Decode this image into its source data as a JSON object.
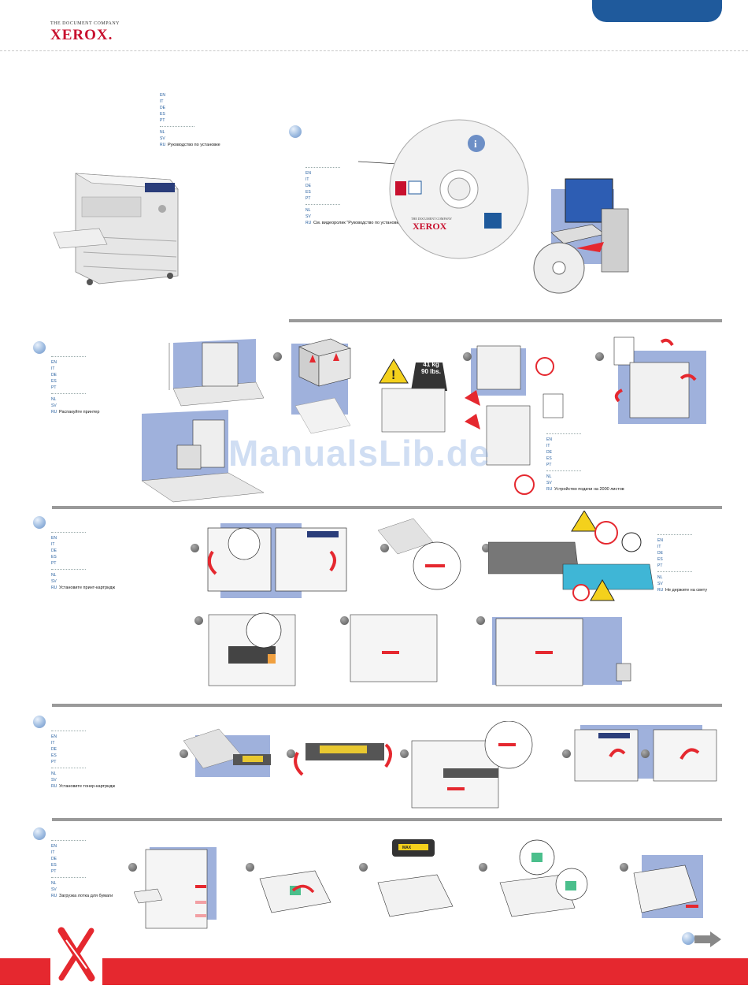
{
  "header": {
    "company_tagline": "THE DOCUMENT COMPANY",
    "brand": "XEROX",
    "brand_dot": "."
  },
  "sections": {
    "intro": {
      "lang_codes": [
        "EN",
        "IT",
        "DE",
        "ES",
        "PT",
        "NL",
        "SV",
        "RU"
      ],
      "ru_text": "Руководство по установке"
    },
    "cd": {
      "lang_codes": [
        "EN",
        "IT",
        "DE",
        "ES",
        "PT",
        "NL",
        "SV",
        "RU"
      ],
      "ru_text": "См. видеоролик \"Руководство по установке\"",
      "disc_tagline": "THE DOCUMENT COMPANY",
      "disc_brand": "XEROX"
    },
    "unpack": {
      "lang_codes": [
        "EN",
        "IT",
        "DE",
        "ES",
        "PT",
        "NL",
        "SV",
        "RU"
      ],
      "ru_text": "Распакуйте принтер",
      "weight_kg": "41 kg",
      "weight_lbs": "90 lbs."
    },
    "feeder": {
      "lang_codes": [
        "EN",
        "IT",
        "DE",
        "ES",
        "PT",
        "NL",
        "SV",
        "RU"
      ],
      "ru_text": "Устройство подачи на 2000 листов"
    },
    "print_cart": {
      "lang_codes": [
        "EN",
        "IT",
        "DE",
        "ES",
        "PT",
        "NL",
        "SV",
        "RU"
      ],
      "ru_text": "Установите принт-картридж"
    },
    "light": {
      "lang_codes": [
        "EN",
        "IT",
        "DE",
        "ES",
        "PT",
        "NL",
        "SV",
        "RU"
      ],
      "ru_text": "Не держите на свету"
    },
    "toner": {
      "lang_codes": [
        "EN",
        "IT",
        "DE",
        "ES",
        "PT",
        "NL",
        "SV",
        "RU"
      ],
      "ru_text": "Установите тонер-картридж"
    },
    "paper": {
      "lang_codes": [
        "EN",
        "IT",
        "DE",
        "ES",
        "PT",
        "NL",
        "SV",
        "RU"
      ],
      "ru_text": "Загрузка лотка для бумаги",
      "max_label": "MAX"
    }
  },
  "watermark": "ManualsLib.de",
  "colors": {
    "accent_blue": "#1f5a9c",
    "panel_blue": "#9fb1dc",
    "brand_red": "#e5282f"
  }
}
